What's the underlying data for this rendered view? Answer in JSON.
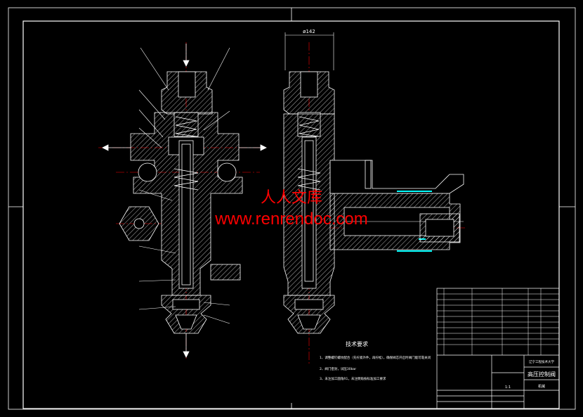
{
  "watermark": {
    "cn": "人人文库",
    "url": "www.renrendoc.com",
    "color": "#ff0000"
  },
  "dimensions": {
    "top_width": "ø142"
  },
  "tech_notes": {
    "title": "技术要求",
    "lines": [
      "1、调整螺钉螺纹配合（先拧紧外件，再拧松），确保阀芯开启时阀门能可靠关闭",
      "2、阀门密封，试压30bar",
      "3、未注加工圆角R1，未注倒角按标准加工要求"
    ]
  },
  "title_block": {
    "drawing_name": "高压控制阀",
    "school": "辽宁工程技术大学",
    "sheet": "机械",
    "scale": "1:1"
  },
  "colors": {
    "background": "#000000",
    "line": "#ffffff",
    "centerline": "#ff0000",
    "hatch": "#ffffff",
    "accent": "#00ffff"
  }
}
